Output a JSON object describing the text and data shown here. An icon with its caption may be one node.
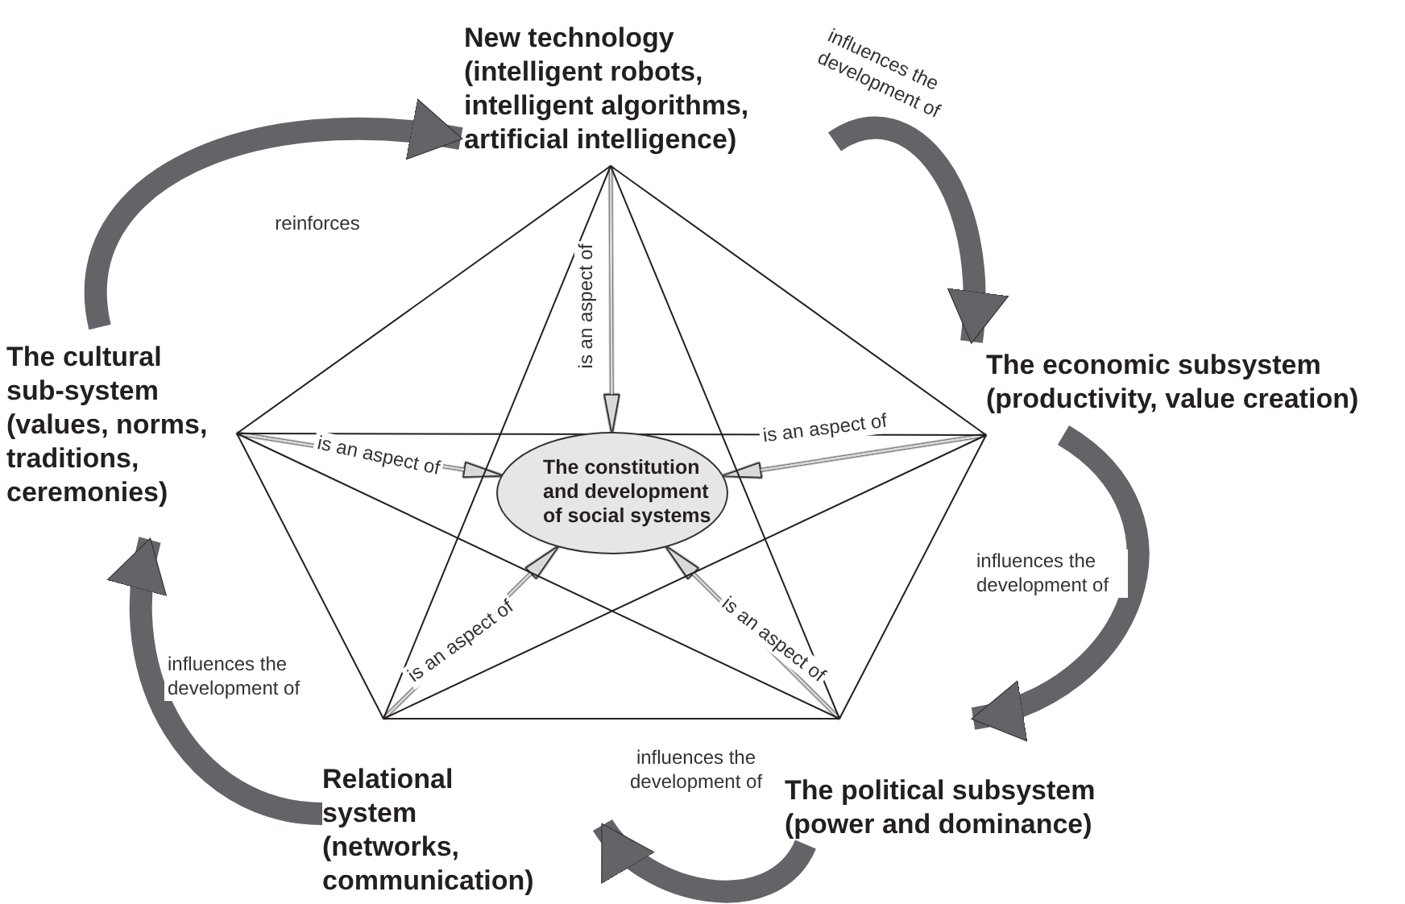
{
  "diagram": {
    "nodes": [
      {
        "text": [
          "New technology",
          "(intelligent robots, intelligent algorithms, artificial intelligence)"
        ]
      },
      {
        "text": [
          "The cultural sub-system",
          "(values, norms, traditions, ceremonies)"
        ]
      },
      {
        "text": [
          "The constitution and development of social systems"
        ]
      },
      {
        "text": [
          "The economic subsystem",
          "(productivity, value creation)"
        ]
      },
      {
        "text": [
          "The political subsystem",
          "(power and dominance)"
        ]
      },
      {
        "text": [
          "Relational system",
          "(networks, communication)"
        ]
      }
    ],
    "edges": [
      {
        "from": 0,
        "to": 2,
        "arrow": "to",
        "label": "is an aspect of",
        "color": "#d9d9d9"
      },
      {
        "from": 1,
        "to": 2,
        "arrow": "to",
        "label": "is an aspect of",
        "color": "#d9d9d9"
      },
      {
        "from": 3,
        "to": 2,
        "arrow": "to",
        "label": "is an aspect of",
        "color": "#d9d9d9"
      },
      {
        "from": 5,
        "to": 2,
        "arrow": "to",
        "label": "is an aspect of",
        "color": "#d9d9d9"
      },
      {
        "from": 4,
        "to": 2,
        "arrow": "to",
        "label": "is an aspect of",
        "color": "#d9d9d9"
      },
      {
        "from": 1,
        "to": 0,
        "arrow": "to",
        "label": "reinforces",
        "style": "thick",
        "color": "#636468"
      },
      {
        "from": 0,
        "to": 3,
        "arrow": "to",
        "label": "influences the development of",
        "style": "thick",
        "color": "#636468"
      },
      {
        "from": 3,
        "to": 4,
        "arrow": "to",
        "label": "influences the development of",
        "style": "thick",
        "color": "#636468"
      },
      {
        "from": 4,
        "to": 5,
        "arrow": "to",
        "label": "influences the development of",
        "style": "thick",
        "color": "#636468"
      },
      {
        "from": 5,
        "to": 1,
        "arrow": "to",
        "label": "influences the development of",
        "style": "thick",
        "color": "#636468"
      },
      {
        "from": 0,
        "to": 3,
        "arrow": "none"
      },
      {
        "from": 3,
        "to": 4,
        "arrow": "none"
      },
      {
        "from": 4,
        "to": 5,
        "arrow": "none"
      },
      {
        "from": 5,
        "to": 1,
        "arrow": "none"
      },
      {
        "from": 1,
        "to": 0,
        "arrow": "none"
      },
      {
        "from": 0,
        "to": 4,
        "arrow": "none"
      },
      {
        "from": 0,
        "to": 5,
        "arrow": "none"
      },
      {
        "from": 1,
        "to": 3,
        "arrow": "none"
      },
      {
        "from": 1,
        "to": 4,
        "arrow": "none"
      },
      {
        "from": 3,
        "to": 5,
        "arrow": "none"
      }
    ]
  }
}
